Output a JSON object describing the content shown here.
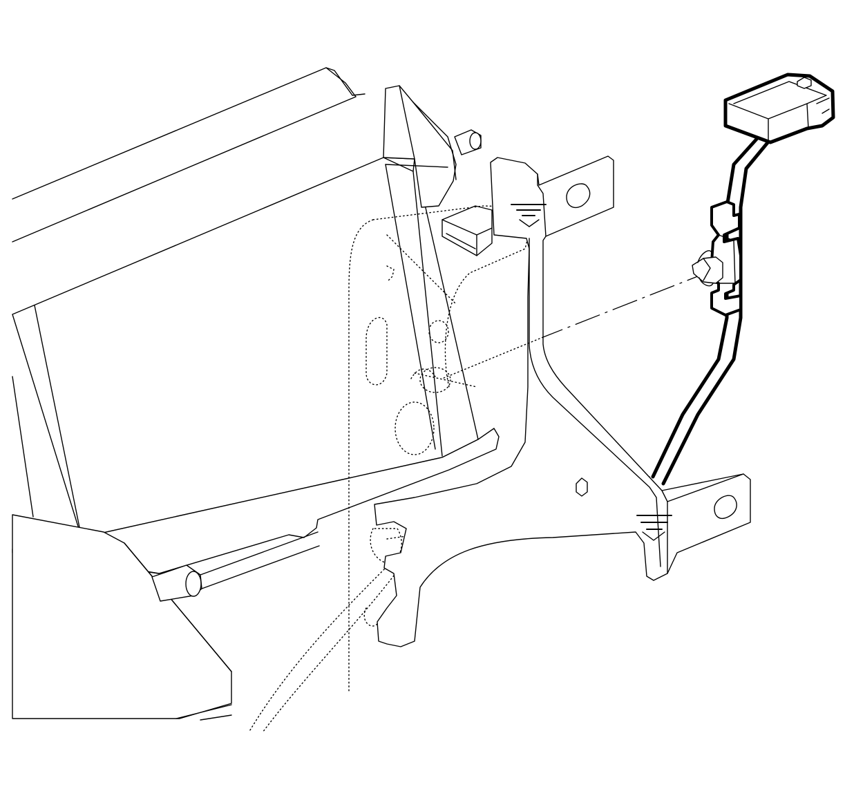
{
  "figure": {
    "kind": "exploded-view line illustration",
    "colors": {
      "line": "#000000",
      "background": "#ffffff"
    },
    "components": [
      {
        "name": "mounting-bracket"
      },
      {
        "name": "wiring-harness-connector"
      },
      {
        "name": "push-pin-retainer"
      },
      {
        "name": "housing-assembly"
      },
      {
        "name": "small-connector"
      },
      {
        "name": "ground-symbol"
      }
    ]
  }
}
